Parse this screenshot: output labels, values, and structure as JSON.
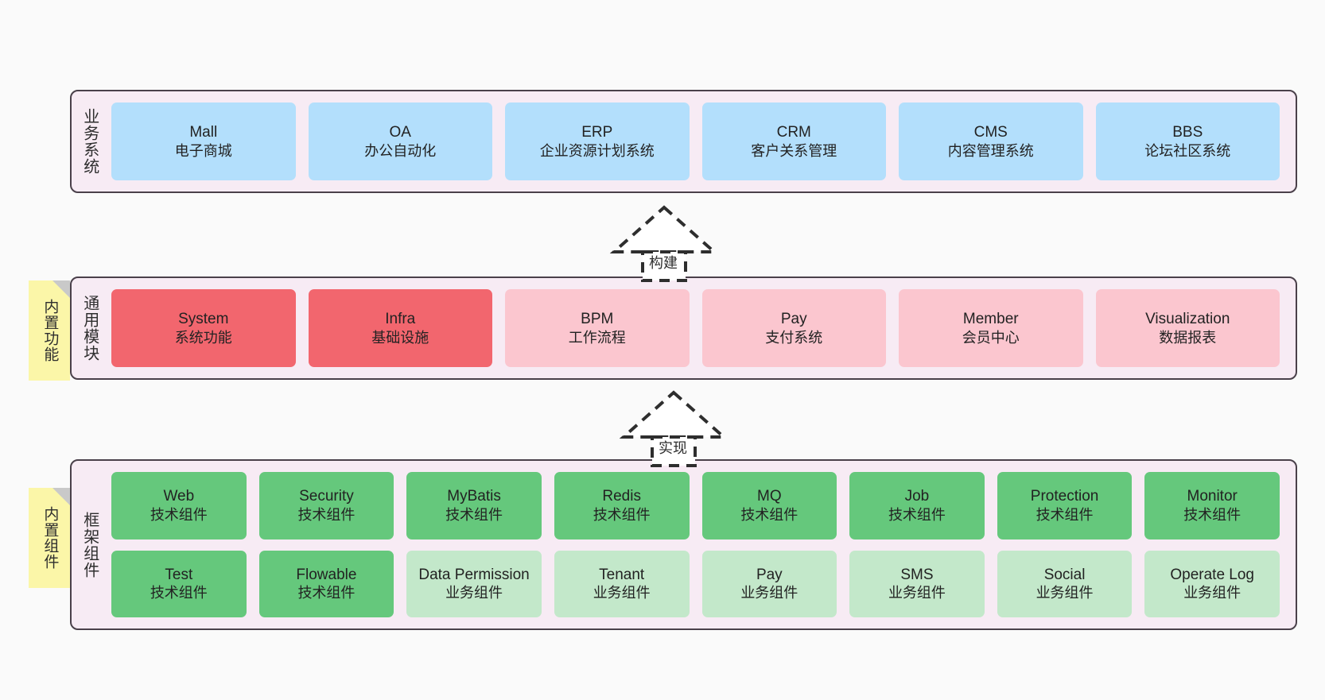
{
  "diagram": {
    "background_color": "#fafafa",
    "layer_bg_color": "#f7ebf4",
    "layer_border_color": "#4a404a",
    "note_color": "#fbf6a8",
    "colors": {
      "blue": "#b3dffc",
      "red": "#f2666e",
      "pink": "#fbc6cf",
      "green": "#65c87c",
      "green_light": "#c3e8ca"
    }
  },
  "layers": [
    {
      "id": "business",
      "title": "业务系统",
      "rows": [
        {
          "items": [
            {
              "name": "Mall",
              "desc": "电子商城",
              "color": "blue"
            },
            {
              "name": "OA",
              "desc": "办公自动化",
              "color": "blue"
            },
            {
              "name": "ERP",
              "desc": "企业资源计划系统",
              "color": "blue"
            },
            {
              "name": "CRM",
              "desc": "客户关系管理",
              "color": "blue"
            },
            {
              "name": "CMS",
              "desc": "内容管理系统",
              "color": "blue"
            },
            {
              "name": "BBS",
              "desc": "论坛社区系统",
              "color": "blue"
            }
          ]
        }
      ]
    },
    {
      "id": "common",
      "title": "通用模块",
      "note": "内置功能",
      "rows": [
        {
          "items": [
            {
              "name": "System",
              "desc": "系统功能",
              "color": "red"
            },
            {
              "name": "Infra",
              "desc": "基础设施",
              "color": "red"
            },
            {
              "name": "BPM",
              "desc": "工作流程",
              "color": "pink"
            },
            {
              "name": "Pay",
              "desc": "支付系统",
              "color": "pink"
            },
            {
              "name": "Member",
              "desc": "会员中心",
              "color": "pink"
            },
            {
              "name": "Visualization",
              "desc": "数据报表",
              "color": "pink"
            }
          ]
        }
      ]
    },
    {
      "id": "framework",
      "title": "框架组件",
      "note": "内置组件",
      "rows": [
        {
          "items": [
            {
              "name": "Web",
              "desc": "技术组件",
              "color": "green"
            },
            {
              "name": "Security",
              "desc": "技术组件",
              "color": "green"
            },
            {
              "name": "MyBatis",
              "desc": "技术组件",
              "color": "green"
            },
            {
              "name": "Redis",
              "desc": "技术组件",
              "color": "green"
            },
            {
              "name": "MQ",
              "desc": "技术组件",
              "color": "green"
            },
            {
              "name": "Job",
              "desc": "技术组件",
              "color": "green"
            },
            {
              "name": "Protection",
              "desc": "技术组件",
              "color": "green"
            },
            {
              "name": "Monitor",
              "desc": "技术组件",
              "color": "green"
            }
          ]
        },
        {
          "items": [
            {
              "name": "Test",
              "desc": "技术组件",
              "color": "green"
            },
            {
              "name": "Flowable",
              "desc": "技术组件",
              "color": "green"
            },
            {
              "name": "Data Permission",
              "desc": "业务组件",
              "color": "green_light"
            },
            {
              "name": "Tenant",
              "desc": "业务组件",
              "color": "green_light"
            },
            {
              "name": "Pay",
              "desc": "业务组件",
              "color": "green_light"
            },
            {
              "name": "SMS",
              "desc": "业务组件",
              "color": "green_light"
            },
            {
              "name": "Social",
              "desc": "业务组件",
              "color": "green_light"
            },
            {
              "name": "Operate Log",
              "desc": "业务组件",
              "color": "green_light"
            }
          ]
        }
      ]
    }
  ],
  "connectors": [
    {
      "id": "build",
      "label": "构建",
      "from": "common",
      "to": "business"
    },
    {
      "id": "implement",
      "label": "实现",
      "from": "framework",
      "to": "common"
    }
  ]
}
